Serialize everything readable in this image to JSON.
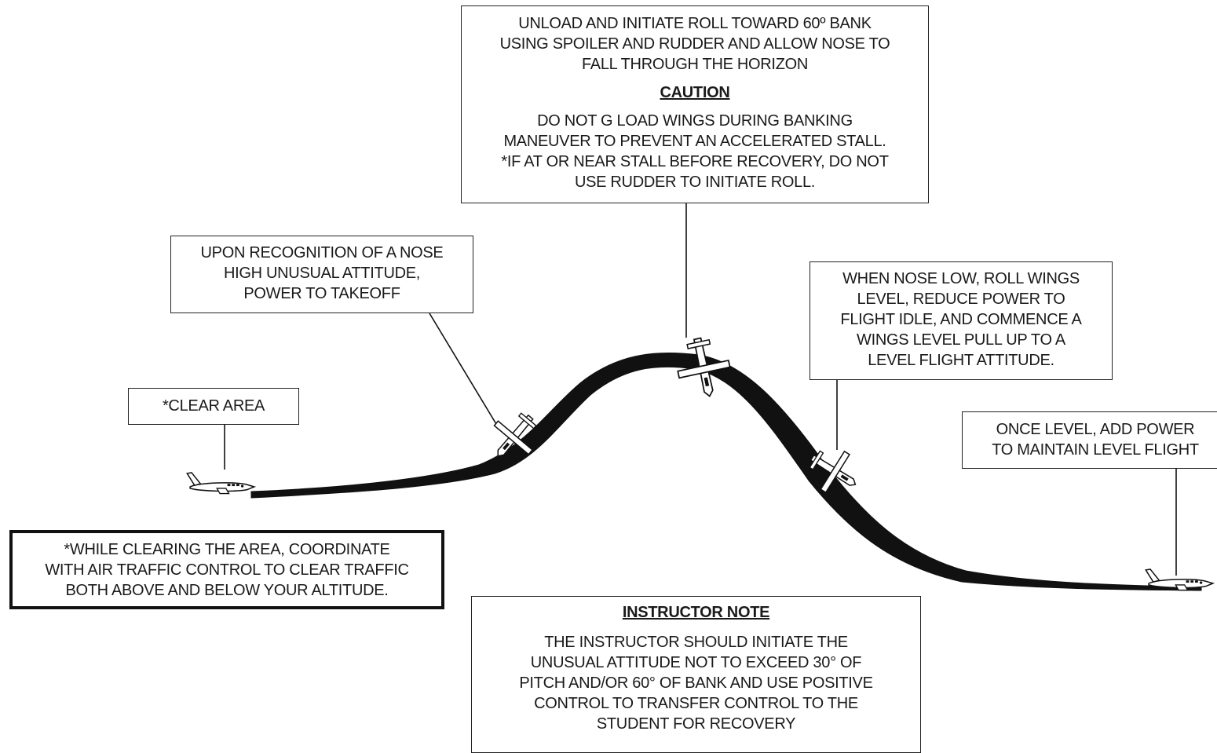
{
  "callouts": {
    "roll": {
      "lines": [
        "UNLOAD AND INITIATE  ROLL TOWARD 60º BANK",
        "USING  SPOILER  AND RUDDER  AND ALLOW NOSE  TO",
        "FALL THROUGH  THE  HORIZON"
      ],
      "caution_heading": "CAUTION",
      "caution_lines": [
        "DO NOT G LOAD WINGS DURING  BANKING",
        "MANEUVER  TO PREVENT  AN ACCELERATED  STALL.",
        "*IF  AT OR NEAR STALL BEFORE  RECOVERY,  DO NOT",
        "USE RUDDER  TO INITIATE  ROLL."
      ]
    },
    "clear_area": {
      "lines": [
        "*CLEAR  AREA"
      ]
    },
    "recognition": {
      "lines": [
        "UPON  RECOGNITION  OF A NOSE",
        "HIGH  UNUSUAL  ATTITUDE,",
        "POWER  TO TAKEOFF"
      ]
    },
    "nose_low": {
      "lines": [
        "WHEN  NOSE  LOW, ROLL WINGS",
        "LEVEL,  REDUCE  POWER  TO",
        "FLIGHT  IDLE,  AND COMMENCE   A",
        "WINGS  LEVEL  PULL UP TO A",
        "LEVEL FLIGHT  ATTITUDE."
      ]
    },
    "once_level": {
      "lines": [
        "ONCE  LEVEL,  ADD POWER",
        "TO MAINTAIN  LEVEL FLIGHT"
      ]
    },
    "while_clearing": {
      "lines": [
        "*WHILE  CLEARING  THE  AREA, COORDINATE",
        "WITH  AIR TRAFFIC  CONTROL  TO CLEAR TRAFFIC",
        "BOTH  ABOVE AND BELOW  YOUR ALTITUDE."
      ]
    },
    "instructor_note": {
      "heading": "INSTRUCTOR NOTE",
      "lines": [
        "THE INSTRUCTOR  SHOULD  INITIATE  THE",
        "UNUSUAL  ATTITUDE  NOT TO EXCEED  30° OF",
        "PITCH  AND/OR 60° OF BANK AND USE POSITIVE",
        "CONTROL  TO TRANSFER  CONTROL  TO THE",
        "STUDENT  FOR RECOVERY"
      ]
    }
  },
  "colors": {
    "stroke": "#111111",
    "background": "#ffffff"
  }
}
